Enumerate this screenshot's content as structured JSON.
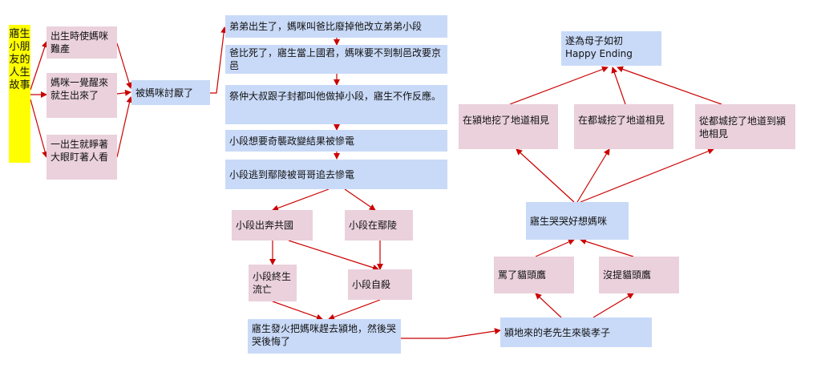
{
  "nodes": {
    "title": "寤生小朋友的人生故事",
    "birth_cause_1": "出生時使媽咪難產",
    "birth_cause_2": "媽咪一覺醒來就生出來了",
    "birth_cause_3": "一出生就睜著大眼盯著人看",
    "hated": "被媽咪討厭了",
    "step_1": "弟弟出生了，媽咪叫爸比廢掉他改立弟弟小段",
    "step_2": "爸比死了，寤生當上國君，媽咪要不到制邑改要京邑",
    "step_3": "祭仲大叔跟子封都叫他做掉小段，寤生不作反應。",
    "step_4": "小段想要奇襲政變結果被慘電",
    "step_5": "小段逃到鄢陵被哥哥追去慘電",
    "flee_gong": "小段出奔共國",
    "at_yan": "小段在鄢陵",
    "exile": "小段終生流亡",
    "suicide": "小段自殺",
    "angry": "寤生發火把媽咪趕去潁地，然後哭哭後悔了",
    "old_man": "潁地來的老先生來裝孝子",
    "scolded": "罵了貓頭鷹",
    "no_mention": "沒提貓頭鷹",
    "miss_mom": "寤生哭哭好想媽咪",
    "tunnel_ying": "在潁地挖了地道相見",
    "tunnel_capital": "在都城挖了地道相見",
    "tunnel_to_ying": "從都城挖了地道到潁地相見",
    "ending_line1": "遂為母子如初",
    "ending_line2": "Happy Ending"
  },
  "colors": {
    "pink": "#ead1dc",
    "blue": "#c9daf8",
    "yellow": "#ffff00",
    "arrow": "#cc0000"
  }
}
